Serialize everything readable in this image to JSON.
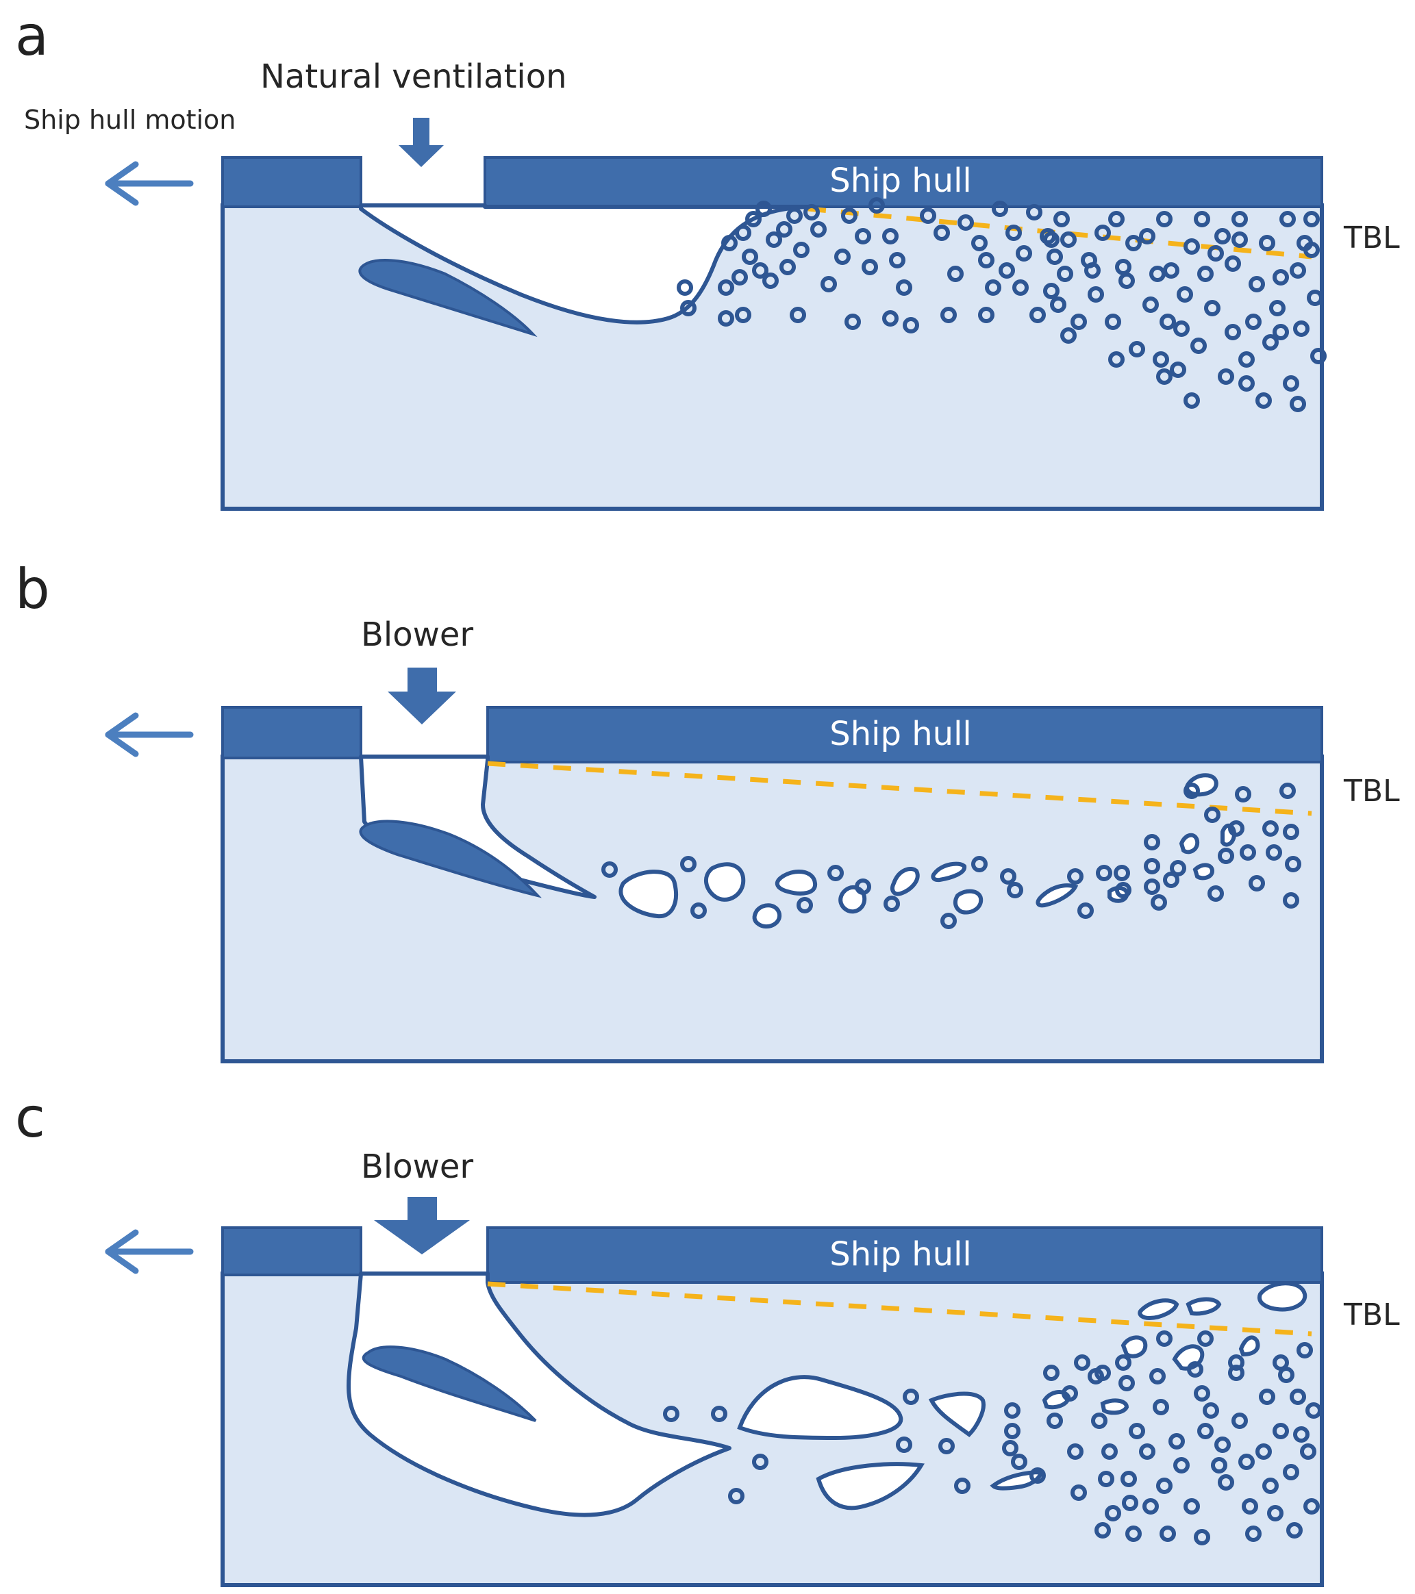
{
  "colors": {
    "hull": "#3f6dab",
    "water": "#dbe6f4",
    "outline": "#2e5693",
    "air": "#ffffff",
    "tbl_line": "#f5b31b",
    "arrow": "#4c7fbf"
  },
  "panels": [
    {
      "letter": "a",
      "top_label": "Natural ventilation",
      "motion_label": "Ship hull motion",
      "hull_label": "Ship hull",
      "tbl_label": "TBL"
    },
    {
      "letter": "b",
      "top_label": "Blower",
      "hull_label": "Ship hull",
      "tbl_label": "TBL"
    },
    {
      "letter": "c",
      "top_label": "Blower",
      "hull_label": "Ship hull",
      "tbl_label": "TBL"
    }
  ]
}
